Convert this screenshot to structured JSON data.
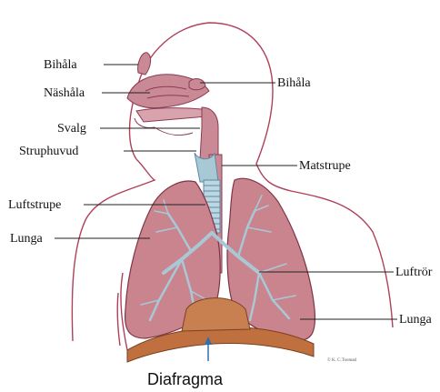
{
  "labels": {
    "bihala_left": "Bihåla",
    "nashala": "Näshåla",
    "svalg": "Svalg",
    "struphuvud": "Struphuvud",
    "luftstrupe": "Luftstrupe",
    "lunga_left": "Lunga",
    "bihala_right": "Bihåla",
    "matstrupe": "Matstrupe",
    "luftror": "Luftrör",
    "lunga_right": "Lunga",
    "diafragma": "Diafragma"
  },
  "credit": "© K. C.Toomad",
  "colors": {
    "body_outline": "#b0405a",
    "lung_fill": "#c9848e",
    "tissue_fill": "#c98a96",
    "airway": "#a9c8d6",
    "diaphragm": "#c0703e",
    "arrow": "#2f6fb0"
  }
}
